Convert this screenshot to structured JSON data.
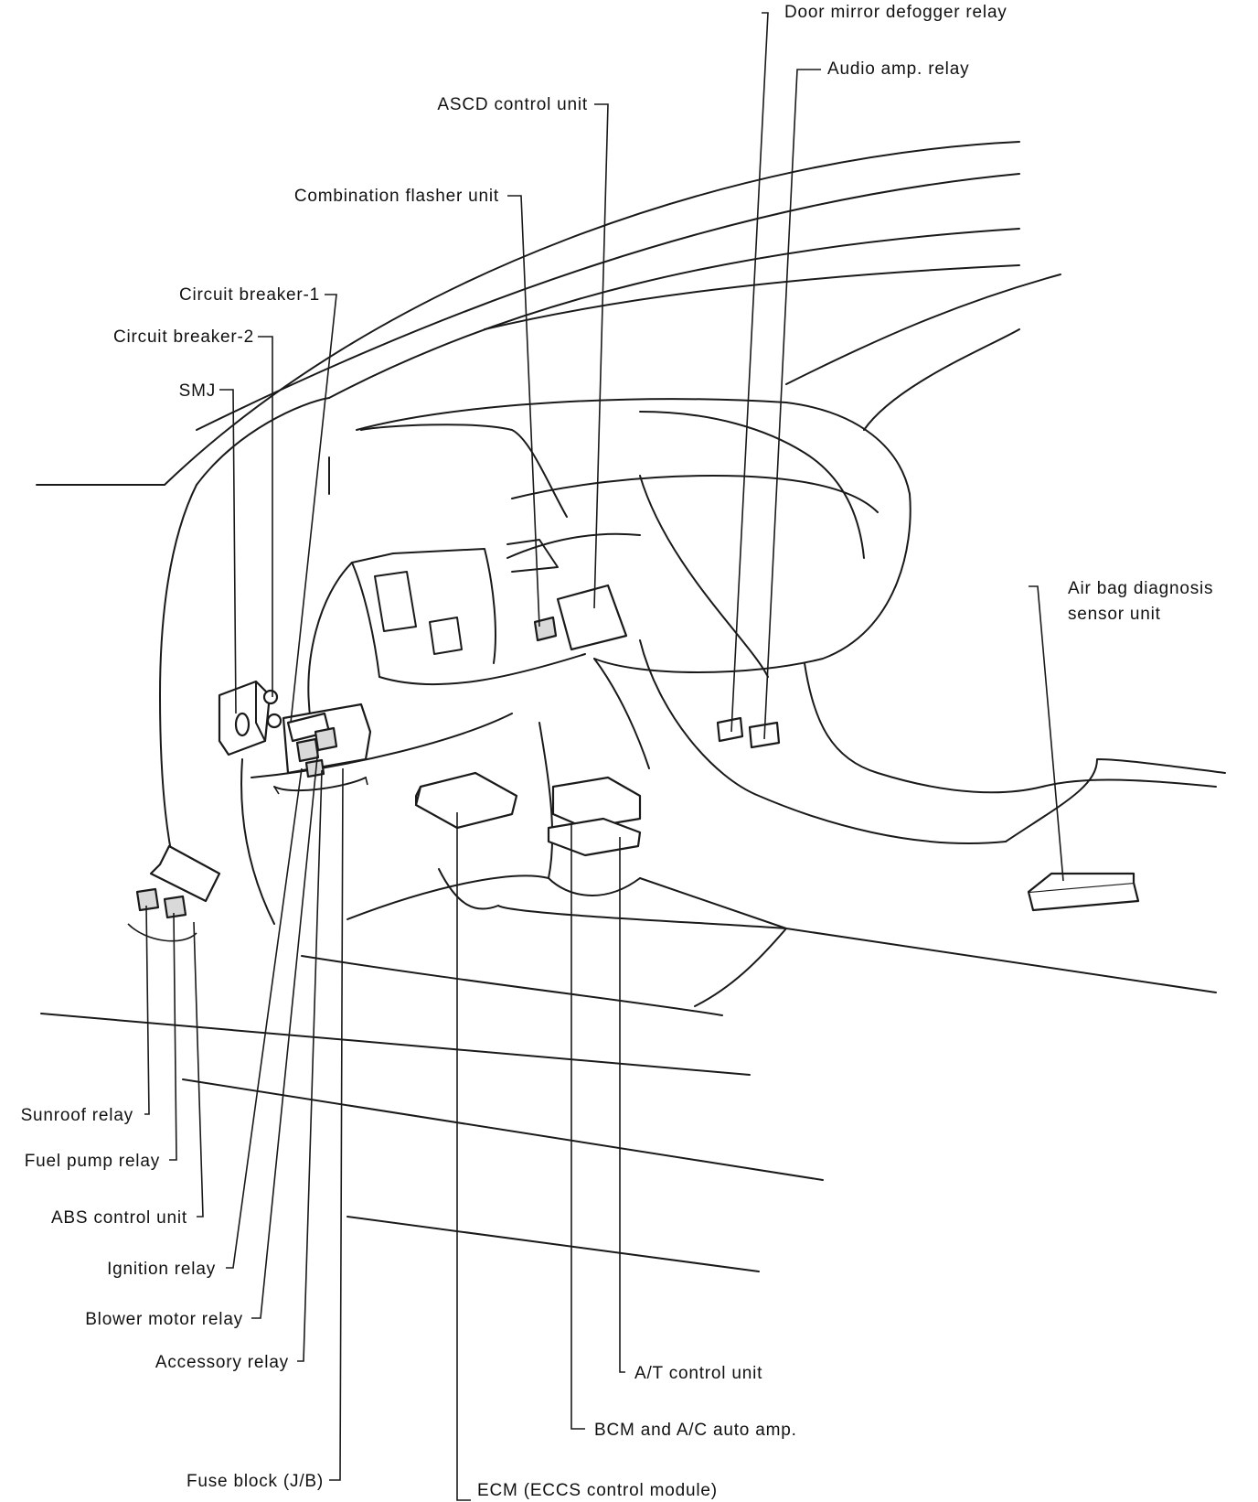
{
  "diagram": {
    "labels": {
      "door_mirror_defogger_relay": "Door mirror defogger relay",
      "audio_amp_relay": "Audio amp. relay",
      "ascd_control_unit": "ASCD control unit",
      "combination_flasher_unit": "Combination flasher unit",
      "circuit_breaker_1": "Circuit breaker-1",
      "circuit_breaker_2": "Circuit breaker-2",
      "smj": "SMJ",
      "air_bag_line1": "Air bag diagnosis",
      "air_bag_line2": "sensor unit",
      "sunroof_relay": "Sunroof relay",
      "fuel_pump_relay": "Fuel pump relay",
      "abs_control_unit": "ABS control unit",
      "ignition_relay": "Ignition relay",
      "blower_motor_relay": "Blower motor relay",
      "accessory_relay": "Accessory relay",
      "at_control_unit": "A/T control unit",
      "bcm_ac_auto_amp": "BCM and A/C auto amp.",
      "fuse_block": "Fuse block (J/B)",
      "ecm": "ECM (ECCS control module)"
    }
  }
}
